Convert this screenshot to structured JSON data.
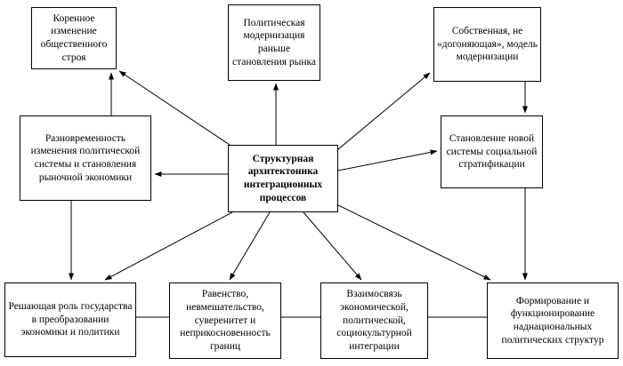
{
  "diagram": {
    "center": {
      "label": "Структурная архитектоника интеграционных процессов"
    },
    "nodes": {
      "top_left": {
        "label": "Коренное изменение общественного строя"
      },
      "top_center": {
        "label": "Политическая модернизация раньше становления рынка"
      },
      "top_right": {
        "label": "Собственная, не «догоняющая», модель модернизации"
      },
      "mid_left": {
        "label": "Разновременность изменения политической системы и становления рыночной экономики"
      },
      "mid_right": {
        "label": "Становление новой системы социальной стратификации"
      },
      "bottom_left": {
        "label": "Решающая роль государства в преобразовании экономики и политики"
      },
      "bottom_center_left": {
        "label": "Равенство, невмешательство, суверенитет и неприкосновенность границ"
      },
      "bottom_center_right": {
        "label": "Взаимосвязь экономической, политической, социокультурной интеграции"
      },
      "bottom_right": {
        "label": "Формирование и функционирование наднациональных политических структур"
      }
    },
    "colors": {
      "border": "#000000",
      "background": "#ffffff",
      "text": "#000000"
    }
  }
}
